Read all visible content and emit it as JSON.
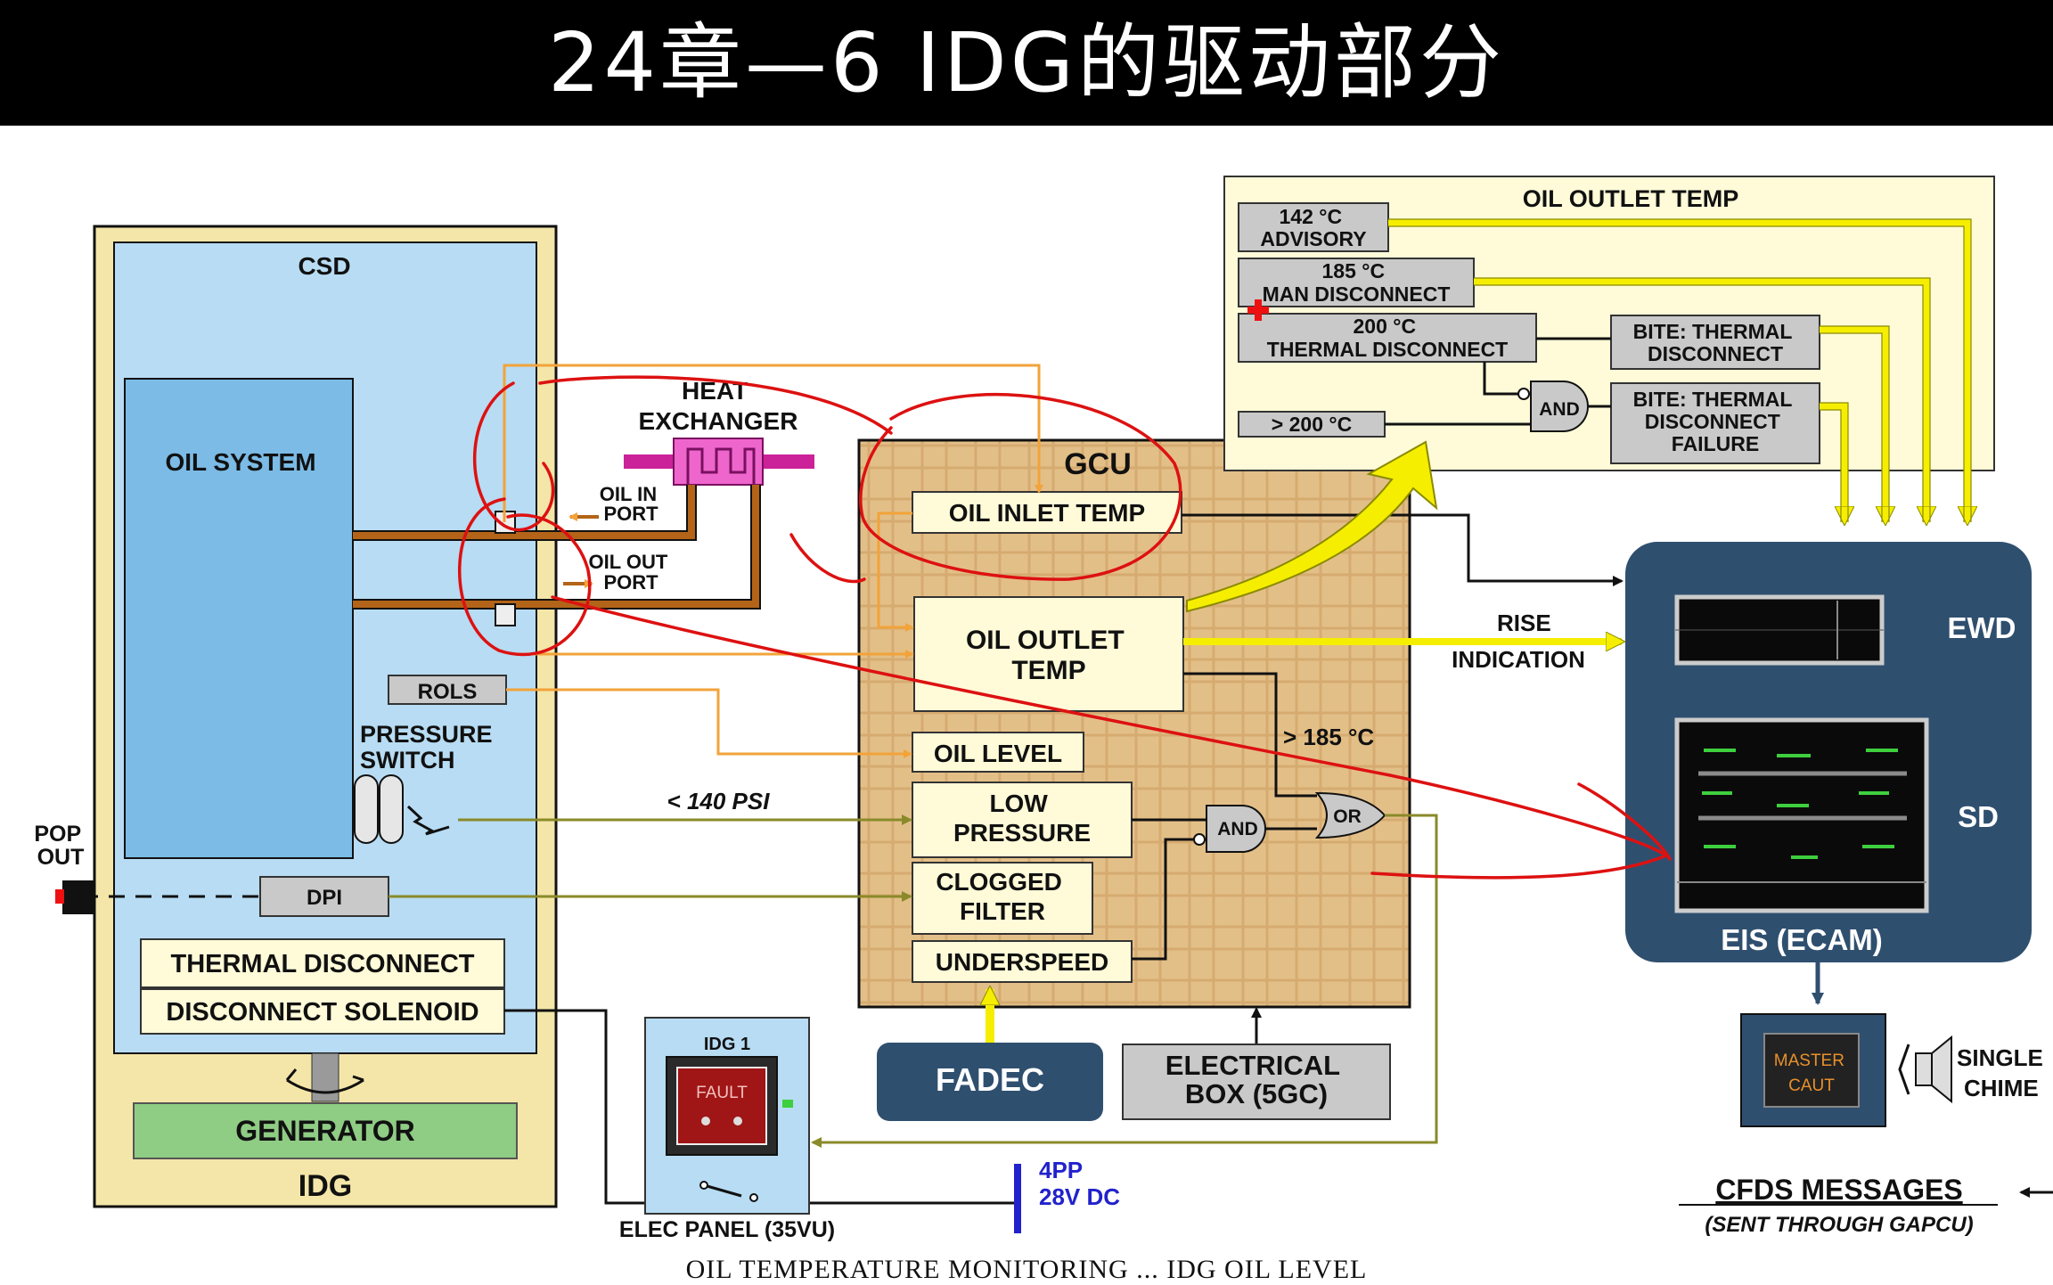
{
  "title": "24章—6 IDG的驱动部分",
  "caption": "OIL TEMPERATURE MONITORING ... IDG OIL LEVEL",
  "colors": {
    "oil_blue": "#7bbbe6",
    "csd_blue": "#b7dcf3",
    "idg_yellow": "#f4e6a8",
    "box_yellow": "#fffbd8",
    "box_gray": "#c9c9c9",
    "orange": "#f2a33a",
    "brown": "#b36418",
    "olive": "#8a8a2a",
    "yellow": "#f6ee00",
    "navy": "#2f4f6f",
    "annotation_red": "#dd1111",
    "bus_blue": "#2222cc"
  },
  "idg": {
    "csd_label": "CSD",
    "oil_system_label": "OIL SYSTEM",
    "idg_label": "IDG",
    "generator_label": "GENERATOR",
    "rols_label": "ROLS",
    "pressure_switch": [
      "PRESSURE",
      "SWITCH"
    ],
    "dpi_label": "DPI",
    "thermal_disconnect": "THERMAL DISCONNECT",
    "disconnect_solenoid": "DISCONNECT SOLENOID",
    "pop_out": [
      "POP",
      "OUT"
    ],
    "oil_in_port": [
      "OIL IN",
      "PORT"
    ],
    "oil_out_port": [
      "OIL OUT",
      "PORT"
    ],
    "heat_exchanger": [
      "HEAT",
      "EXCHANGER"
    ]
  },
  "gcu": {
    "label": "GCU",
    "oil_inlet_temp": "OIL INLET TEMP",
    "oil_outlet_temp": [
      "OIL OUTLET",
      "TEMP"
    ],
    "oil_level": "OIL LEVEL",
    "low_pressure": [
      "LOW",
      "PRESSURE"
    ],
    "clogged_filter": [
      "CLOGGED",
      "FILTER"
    ],
    "underspeed": "UNDERSPEED",
    "and_label": "AND",
    "or_label": "OR",
    "psi_label": "< 140 PSI",
    "gt185_label": "> 185 °C"
  },
  "outlet_panel": {
    "title": "OIL OUTLET TEMP",
    "t142": [
      "142 °C",
      "ADVISORY"
    ],
    "t185": [
      "185 °C",
      "MAN DISCONNECT"
    ],
    "t200": [
      "200 °C",
      "THERMAL DISCONNECT"
    ],
    "gt200": "> 200 °C",
    "and_label": "AND",
    "bite1": [
      "BITE: THERMAL",
      "DISCONNECT"
    ],
    "bite2": [
      "BITE: THERMAL",
      "DISCONNECT",
      "FAILURE"
    ]
  },
  "ecam": {
    "label": "EIS (ECAM)",
    "ewd": "EWD",
    "sd": "SD",
    "rise_indication": [
      "RISE",
      "INDICATION"
    ]
  },
  "fadec_label": "FADEC",
  "elec_box": [
    "ELECTRICAL",
    "BOX (5GC)"
  ],
  "elec_panel": {
    "idg_label": "IDG 1",
    "fault": "FAULT",
    "panel_label": "ELEC PANEL (35VU)"
  },
  "bus_label": [
    "4PP",
    "28V DC"
  ],
  "master_caut": [
    "MASTER",
    "CAUT"
  ],
  "single_chime": [
    "SINGLE",
    "CHIME"
  ],
  "cfds": {
    "title": "CFDS MESSAGES",
    "subtitle": "(SENT THROUGH GAPCU)"
  }
}
